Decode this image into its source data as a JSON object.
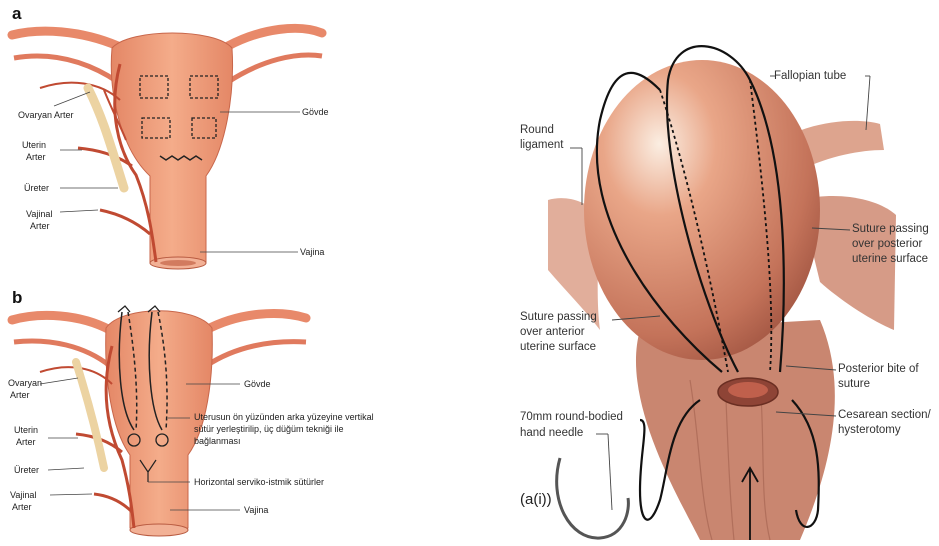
{
  "panel_a": {
    "letter": "a",
    "labels": {
      "ovaryan": "Ovaryan Arter",
      "uterin_1": "Uterin",
      "uterin_2": "Arter",
      "ureter": "Üreter",
      "vajinal_1": "Vajinal",
      "vajinal_2": "Arter",
      "govde": "Gövde",
      "vajina": "Vajina"
    }
  },
  "panel_b": {
    "letter": "b",
    "labels": {
      "ovaryan_1": "Ovaryan",
      "ovaryan_2": "Arter",
      "uterin_1": "Uterin",
      "uterin_2": "Arter",
      "ureter": "Üreter",
      "vajinal_1": "Vajinal",
      "vajinal_2": "Arter",
      "govde": "Gövde",
      "suture_1": "Uterusun ön yüzünden arka yüzeyine vertikal",
      "suture_2": "sütür yerleştirilip, üç düğüm tekniği ile",
      "suture_3": "bağlanması",
      "horizontal": "Horizontal serviko-istmik sütürler",
      "vajina": "Vajina"
    }
  },
  "panel_c": {
    "letter": "(a(i))",
    "labels": {
      "fallopian": "Fallopian tube",
      "round_1": "Round",
      "round_2": "ligament",
      "posterior_surface_1": "Suture passing",
      "posterior_surface_2": "over posterior",
      "posterior_surface_3": "uterine surface",
      "anterior_surface_1": "Suture passing",
      "anterior_surface_2": "over anterior",
      "anterior_surface_3": "uterine surface",
      "posterior_bite_1": "Posterior bite of",
      "posterior_bite_2": "suture",
      "needle_1": "70mm round-bodied",
      "needle_2": "hand needle",
      "cesarean_1": "Cesarean section/",
      "cesarean_2": "hysterotomy"
    }
  }
}
